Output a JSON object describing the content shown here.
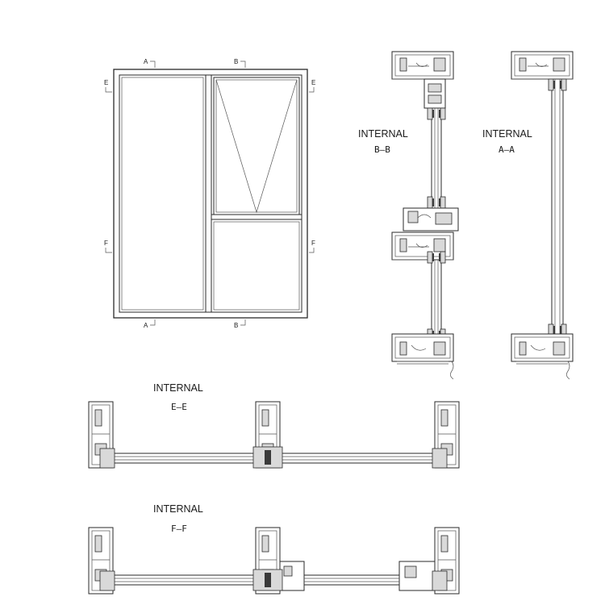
{
  "elevation": {
    "markers": {
      "a_top": "A",
      "b_top": "B",
      "a_bottom": "A",
      "b_bottom": "B",
      "e_left": "E",
      "e_right": "E",
      "f_left": "F",
      "f_right": "F"
    }
  },
  "sections": {
    "bb": {
      "title": "INTERNAL",
      "code": "B–B"
    },
    "aa": {
      "title": "INTERNAL",
      "code": "A–A"
    },
    "ee": {
      "title": "INTERNAL",
      "code": "E–E"
    },
    "ff": {
      "title": "INTERNAL",
      "code": "F–F"
    }
  }
}
